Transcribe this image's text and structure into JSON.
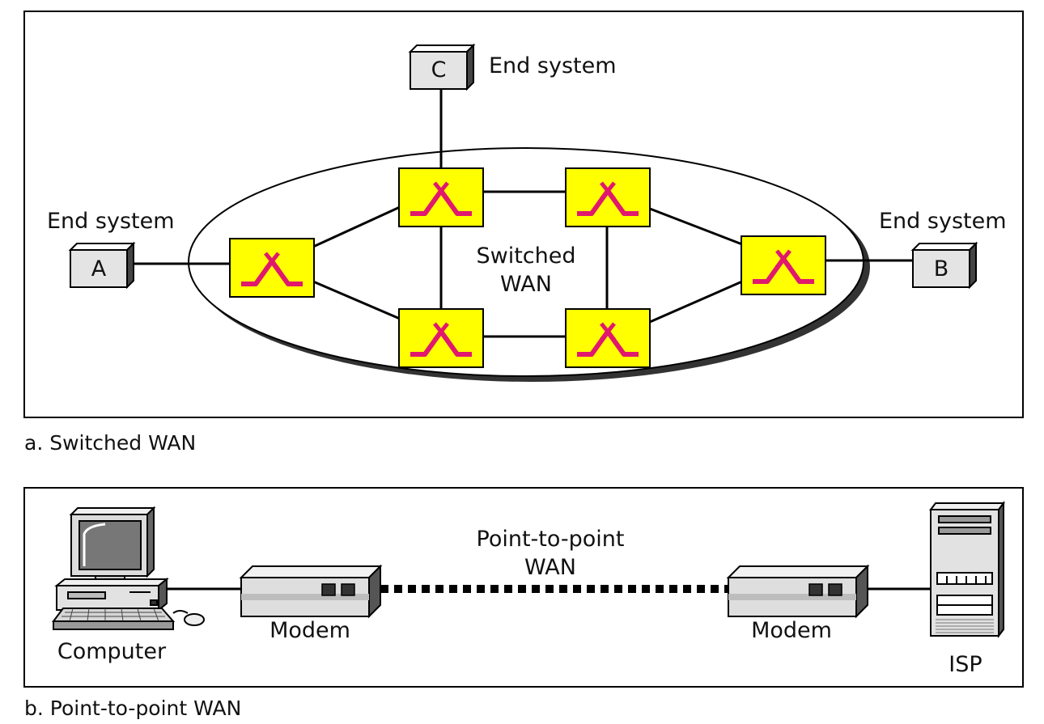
{
  "panel_a": {
    "caption": "a. Switched WAN",
    "network_label_line1": "Switched",
    "network_label_line2": "WAN",
    "end_system_label": "End system",
    "nodes": {
      "a": "A",
      "b": "B",
      "c": "C"
    },
    "colors": {
      "switch_fill": "#ffff00",
      "switch_symbol": "#e0186e",
      "box_fill": "#e4e4e4"
    }
  },
  "panel_b": {
    "caption": "b. Point-to-point WAN",
    "link_label_line1": "Point-to-point",
    "link_label_line2": "WAN",
    "computer_label": "Computer",
    "modem_left_label": "Modem",
    "modem_right_label": "Modem",
    "isp_label": "ISP"
  }
}
